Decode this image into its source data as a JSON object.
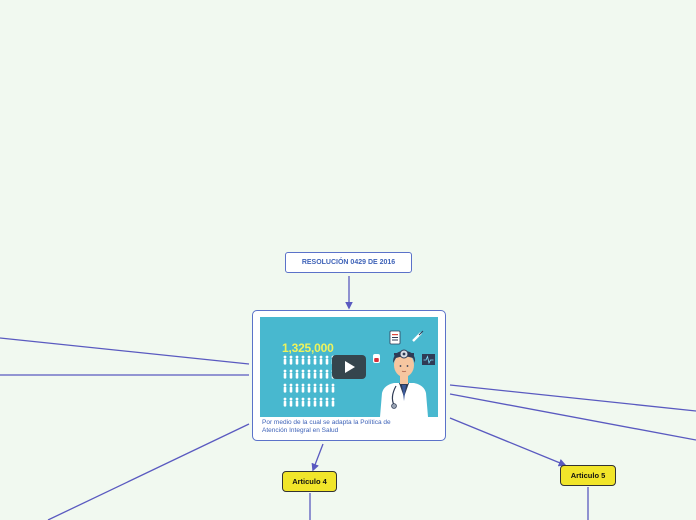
{
  "nodes": {
    "title": "RESOLUCIÓN 0429 DE 2016",
    "art4": "Articulo 4",
    "art5": "Articulo 5"
  },
  "central": {
    "video_number": "1,325,000",
    "caption_line1": "Por medio de la cual se adapta la Política de",
    "caption_line2": "Atención Integral en Salud",
    "play_icon": "play-icon"
  },
  "colors": {
    "background": "#f1f9f0",
    "connector": "#5a5ac0",
    "node_border": "#5b72c9",
    "title_text": "#3f63b8",
    "yellow_node": "#f1e52a",
    "video_bg": "#48b8cf",
    "video_number": "#eef35c"
  }
}
